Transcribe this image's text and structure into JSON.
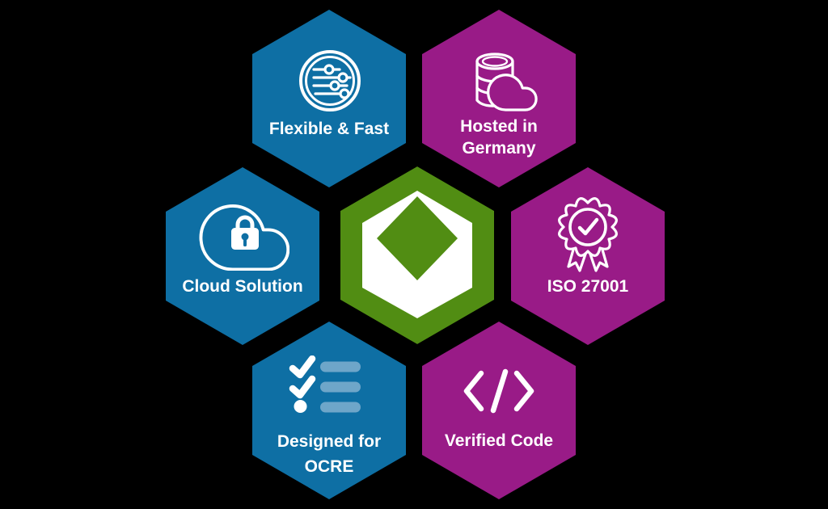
{
  "canvas": {
    "background": "#000000"
  },
  "colors": {
    "blue": "#0e6fa4",
    "purple": "#991b87",
    "green": "#518d13",
    "light_blue": "#6ea6c9",
    "white": "#ffffff"
  },
  "hexagons": {
    "flexible_fast": {
      "lines": [
        "Flexible & Fast"
      ],
      "icon": "sliders-icon",
      "color": "blue"
    },
    "hosted_in_germany": {
      "lines": [
        "Hosted in",
        "Germany"
      ],
      "icon": "database-cloud-icon",
      "color": "purple"
    },
    "cloud_solution": {
      "lines": [
        "Cloud Solution"
      ],
      "icon": "cloud-lock-icon",
      "color": "blue"
    },
    "center_logo": {
      "icon": "cube-hexagon-logo",
      "color": "green"
    },
    "iso_27001": {
      "lines": [
        "ISO 27001"
      ],
      "icon": "certificate-rosette-icon",
      "color": "purple"
    },
    "designed_for_ocre": {
      "lines": [
        "Designed for",
        "OCRE"
      ],
      "icon": "checklist-icon",
      "color": "blue"
    },
    "verified_code": {
      "lines": [
        "Verified Code"
      ],
      "icon": "code-brackets-icon",
      "color": "purple"
    }
  }
}
